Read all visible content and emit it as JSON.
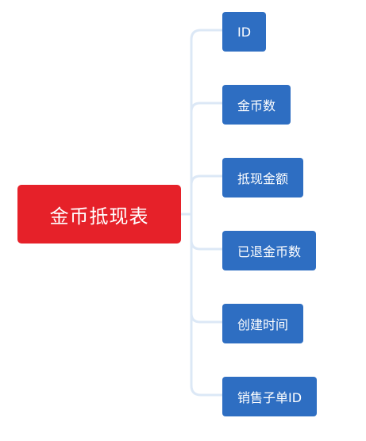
{
  "colors": {
    "root_fill": "#e62129",
    "child_fill": "#2e6ec2",
    "connector": "#dce8f6"
  },
  "root": {
    "label": "金币抵现表"
  },
  "children": [
    {
      "label": "ID"
    },
    {
      "label": "金币数"
    },
    {
      "label": "抵现金额"
    },
    {
      "label": "已退金币数"
    },
    {
      "label": "创建时间"
    },
    {
      "label": "销售子单ID"
    }
  ]
}
